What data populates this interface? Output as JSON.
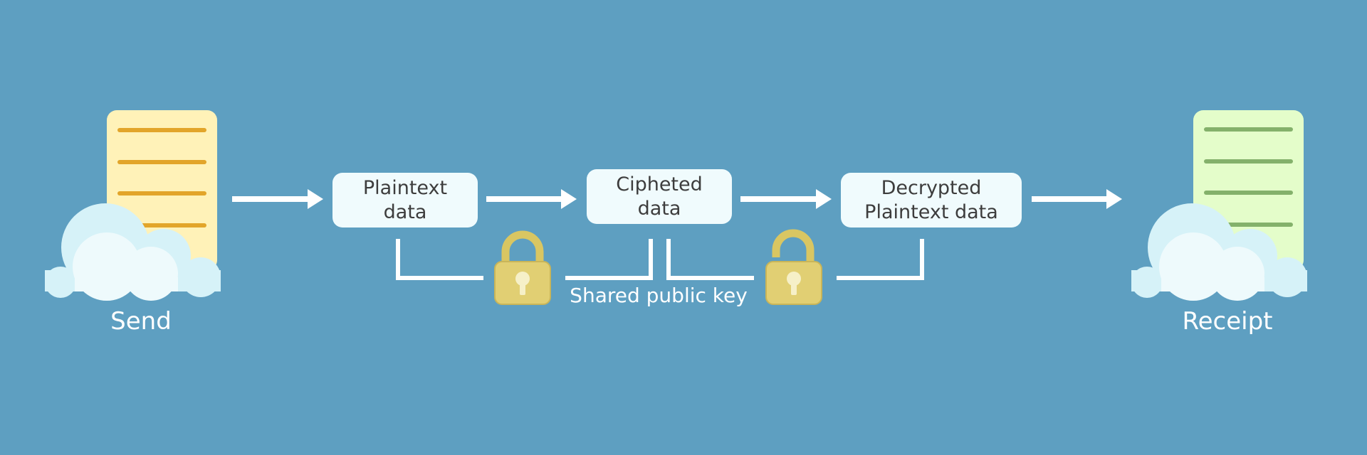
{
  "stages": {
    "plaintext": [
      "Plaintext",
      "data"
    ],
    "ciphered": [
      "Cipheted",
      "data"
    ],
    "decrypted": [
      "Decrypted",
      "Plaintext data"
    ]
  },
  "endpoints": {
    "send": "Send",
    "receipt": "Receipt"
  },
  "key_label": "Shared public key",
  "icons": {
    "sender": "server-icon",
    "receiver": "server-icon",
    "encrypt": "padlock-closed-icon",
    "decrypt": "padlock-open-icon"
  },
  "colors": {
    "background": "#5e9fc1",
    "box": "#f0fbfd",
    "box_text": "#3d3d3d",
    "sender_server": "#fff2b8",
    "sender_lines": "#e2a52a",
    "receiver_server": "#e4fdca",
    "receiver_lines": "#84b16b",
    "cloud": "#d6f2f8",
    "cloud_light": "#eefafc",
    "lock_body": "#e1cf73",
    "lock_shackle": "#d9c662",
    "lock_keyhole": "#f6f0c8",
    "arrows": "#ffffff"
  }
}
